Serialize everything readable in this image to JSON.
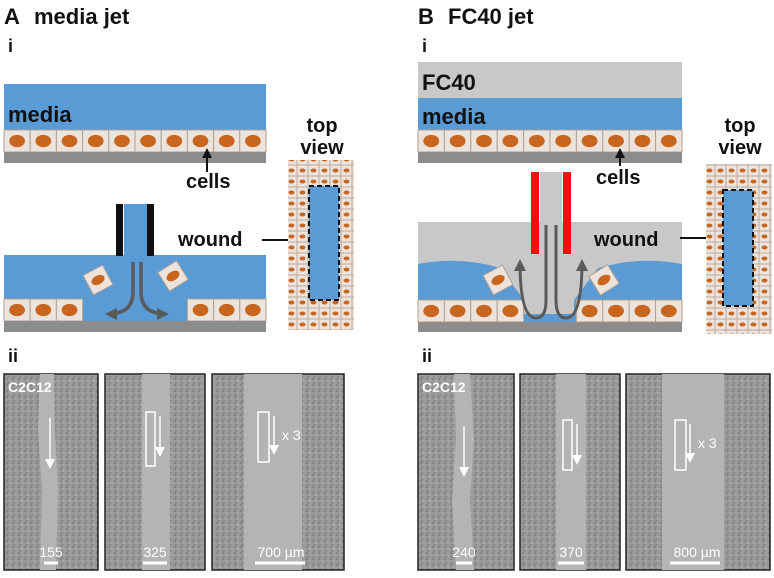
{
  "panel_a": {
    "letter": "A",
    "title": "media jet",
    "sub_i": "i",
    "sub_ii": "ii",
    "media_label": "media",
    "cells_label": "cells",
    "wound_label": "wound",
    "top_label": "top",
    "view_label": "view",
    "cell_line": "C2C12",
    "scale_bars": [
      "155",
      "325",
      "700 µm"
    ],
    "multiplier": "x 3"
  },
  "panel_b": {
    "letter": "B",
    "title": "FC40 jet",
    "sub_i": "i",
    "sub_ii": "ii",
    "fc40_label": "FC40",
    "media_label": "media",
    "cells_label": "cells",
    "wound_label": "wound",
    "top_label": "top",
    "view_label": "view",
    "cell_line": "C2C12",
    "scale_bars": [
      "240",
      "370",
      "800 µm"
    ],
    "multiplier": "x 3"
  },
  "colors": {
    "media": "#5b9bd5",
    "fc40": "#c8c8c8",
    "cell": "#ece4dc",
    "nucleus": "#c8651e",
    "substrate": "#8c8c8c",
    "nozzle_a": "#111111",
    "nozzle_b": "#ee1111"
  }
}
